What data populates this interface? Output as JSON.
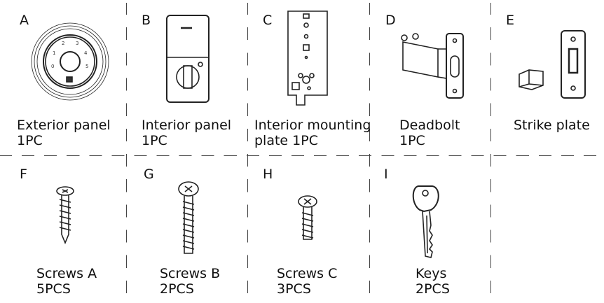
{
  "parts": [
    {
      "letter": "A",
      "name": "Exterior panel",
      "qty": "1PC"
    },
    {
      "letter": "B",
      "name": "Interior panel",
      "qty": "1PC"
    },
    {
      "letter": "C",
      "name": "Interior mounting",
      "name2": "plate 1PC"
    },
    {
      "letter": "D",
      "name": "Deadbolt",
      "qty": "1PC"
    },
    {
      "letter": "E",
      "name": "Strike plate"
    },
    {
      "letter": "F",
      "name": "Screws A",
      "qty": "5PCS"
    },
    {
      "letter": "G",
      "name": "Screws B",
      "qty": "2PCS"
    },
    {
      "letter": "H",
      "name": "Screws C",
      "qty": "3PCS"
    },
    {
      "letter": "I",
      "name": "Keys",
      "qty": "2PCS"
    }
  ],
  "keypad_digits": [
    "1",
    "2",
    "3",
    "4",
    "5",
    "0"
  ]
}
